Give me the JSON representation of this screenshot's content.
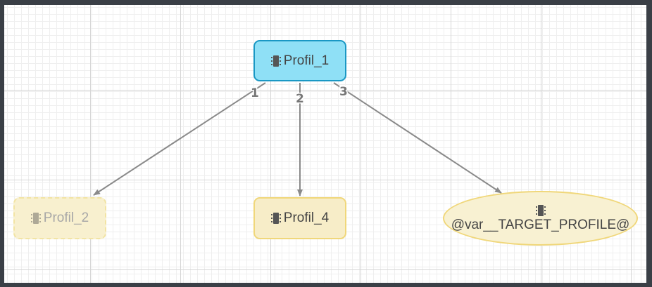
{
  "diagram": {
    "nodes": [
      {
        "id": "n1",
        "label": "Profil_1",
        "icon": "chip-icon",
        "state": "selected",
        "color": "#8fe0f6"
      },
      {
        "id": "n2",
        "label": "Profil_2",
        "icon": "chip-icon",
        "state": "disabled",
        "color": "#f8f0cf"
      },
      {
        "id": "n4",
        "label": "Profil_4",
        "icon": "chip-icon",
        "state": "normal",
        "color": "#f7edc8"
      },
      {
        "id": "n5",
        "label": "@var__TARGET_PROFILE@",
        "icon": "chip-icon",
        "state": "variable",
        "color": "#f8f1d2"
      }
    ],
    "edges": [
      {
        "from": "Profil_1",
        "to": "Profil_2",
        "label": "1"
      },
      {
        "from": "Profil_1",
        "to": "Profil_4",
        "label": "2"
      },
      {
        "from": "Profil_1",
        "to": "@var__TARGET_PROFILE@",
        "label": "3"
      }
    ]
  }
}
